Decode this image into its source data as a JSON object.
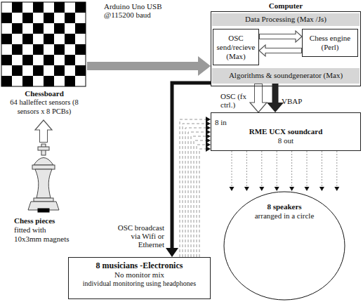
{
  "diagram": {
    "nodes": [
      {
        "text": [
          "Chessboard",
          "64 halleffect sensors (8 sensors x 8 PCBs)"
        ]
      },
      {
        "text": [
          "Chess pieces",
          "fitted with 10x3mm magnets"
        ]
      },
      {
        "text": [
          "Computer"
        ]
      },
      {
        "text": [
          "Data Processing (Max /Js)"
        ],
        "in": 2
      },
      {
        "text": [
          "OSC send/recieve (Max)"
        ],
        "in": 2
      },
      {
        "text": [
          "Chess engine (Perl)"
        ],
        "in": 2
      },
      {
        "text": [
          "Algorithms & soundgenerator (Max)"
        ],
        "in": 2
      },
      {
        "text": [
          "8 in",
          "RME UCX soundcard",
          "8 out"
        ]
      },
      {
        "text": [
          "8 speakers",
          "arranged in a circle"
        ]
      },
      {
        "text": [
          "8 musicians -Electronics",
          "No monitor mix",
          "individual monitoring using headphones"
        ]
      }
    ],
    "edges": [
      {
        "from": 0,
        "to": 2,
        "arrow": "to",
        "label": "Arduino Uno USB @115200 baud"
      },
      {
        "from": 1,
        "to": 0,
        "arrow": "to"
      },
      {
        "from": 4,
        "to": 5,
        "arrow": "to"
      },
      {
        "from": 5,
        "to": 4,
        "arrow": "to"
      },
      {
        "from": 6,
        "to": 7,
        "arrow": "to",
        "label": "OSC (fx ctrl.)"
      },
      {
        "from": 6,
        "to": 7,
        "arrow": "to",
        "label": "VBAP"
      },
      {
        "from": 2,
        "to": 9,
        "arrow": "to",
        "label": "OSC broadcast via Wifi or Ethernet"
      },
      {
        "from": 9,
        "to": 7,
        "arrow": "to"
      },
      {
        "from": 9,
        "to": 7,
        "arrow": "to"
      },
      {
        "from": 9,
        "to": 7,
        "arrow": "to"
      },
      {
        "from": 9,
        "to": 7,
        "arrow": "to"
      },
      {
        "from": 9,
        "to": 7,
        "arrow": "to"
      },
      {
        "from": 9,
        "to": 7,
        "arrow": "to"
      },
      {
        "from": 9,
        "to": 7,
        "arrow": "to"
      },
      {
        "from": 9,
        "to": 7,
        "arrow": "to"
      },
      {
        "from": 7,
        "to": 8,
        "arrow": "to"
      },
      {
        "from": 7,
        "to": 8,
        "arrow": "to"
      },
      {
        "from": 7,
        "to": 8,
        "arrow": "to"
      },
      {
        "from": 7,
        "to": 8,
        "arrow": "to"
      },
      {
        "from": 7,
        "to": 8,
        "arrow": "to"
      },
      {
        "from": 7,
        "to": 8,
        "arrow": "to"
      },
      {
        "from": 7,
        "to": 8,
        "arrow": "to"
      },
      {
        "from": 7,
        "to": 8,
        "arrow": "to"
      }
    ]
  }
}
